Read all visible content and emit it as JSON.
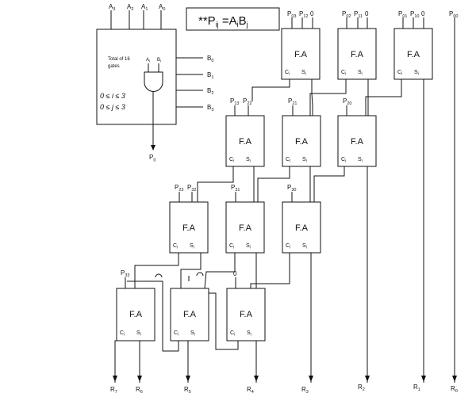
{
  "formula": {
    "text": "**P",
    "sub_i": "ij",
    "eq": " =A",
    "sub_a": "i",
    "b": "B",
    "sub_b": "j"
  },
  "gate_block": {
    "caption_line1": "Total of 16",
    "caption_line2": "gates",
    "a_label": "A",
    "a_sub": "i",
    "b_label": "B",
    "b_sub": "i",
    "range_i": "0 ≤ i ≤ 3",
    "range_j": "0 ≤ j ≤ 3",
    "output_label": "P",
    "output_sub": "ij"
  },
  "a_inputs": [
    {
      "label": "A",
      "sub": "3"
    },
    {
      "label": "A",
      "sub": "2"
    },
    {
      "label": "A",
      "sub": "1"
    },
    {
      "label": "A",
      "sub": "0"
    }
  ],
  "b_inputs": [
    {
      "label": "B",
      "sub": "0"
    },
    {
      "label": "B",
      "sub": "1"
    },
    {
      "label": "B",
      "sub": "2"
    },
    {
      "label": "B",
      "sub": "3"
    }
  ],
  "adder": {
    "name": "F.A",
    "carry": "C",
    "carry_sub": "i",
    "sum": "S",
    "sum_sub": "i"
  },
  "inputs": {
    "r1c1_a": {
      "label": "P",
      "sub": "03"
    },
    "r1c1_b": {
      "label": "P",
      "sub": "12"
    },
    "r1c1_c": "0",
    "r1c2_a": {
      "label": "P",
      "sub": "02"
    },
    "r1c2_b": {
      "label": "P",
      "sub": "11"
    },
    "r1c2_c": "0",
    "r1c3_a": {
      "label": "P",
      "sub": "01"
    },
    "r1c3_b": {
      "label": "P",
      "sub": "10"
    },
    "r1c3_c": "0",
    "p00": {
      "label": "P",
      "sub": "00"
    },
    "r2c0_a": {
      "label": "P",
      "sub": "13"
    },
    "r2c0_b": {
      "label": "P",
      "sub": "22"
    },
    "r2c1": {
      "label": "P",
      "sub": "21"
    },
    "r2c2": {
      "label": "P",
      "sub": "20"
    },
    "r3c0_a": {
      "label": "P",
      "sub": "23"
    },
    "r3c0_b": {
      "label": "P",
      "sub": "32"
    },
    "r3c1": {
      "label": "P",
      "sub": "31"
    },
    "r3c2": {
      "label": "P",
      "sub": "30"
    },
    "r4c0": {
      "label": "P",
      "sub": "33"
    },
    "r4c2": "0"
  },
  "outputs": [
    {
      "label": "R",
      "sub": "7"
    },
    {
      "label": "R",
      "sub": "6"
    },
    {
      "label": "R",
      "sub": "5"
    },
    {
      "label": "R",
      "sub": "4"
    },
    {
      "label": "R",
      "sub": "3"
    },
    {
      "label": "R",
      "sub": "2"
    },
    {
      "label": "R",
      "sub": "1"
    },
    {
      "label": "R",
      "sub": "0"
    }
  ]
}
